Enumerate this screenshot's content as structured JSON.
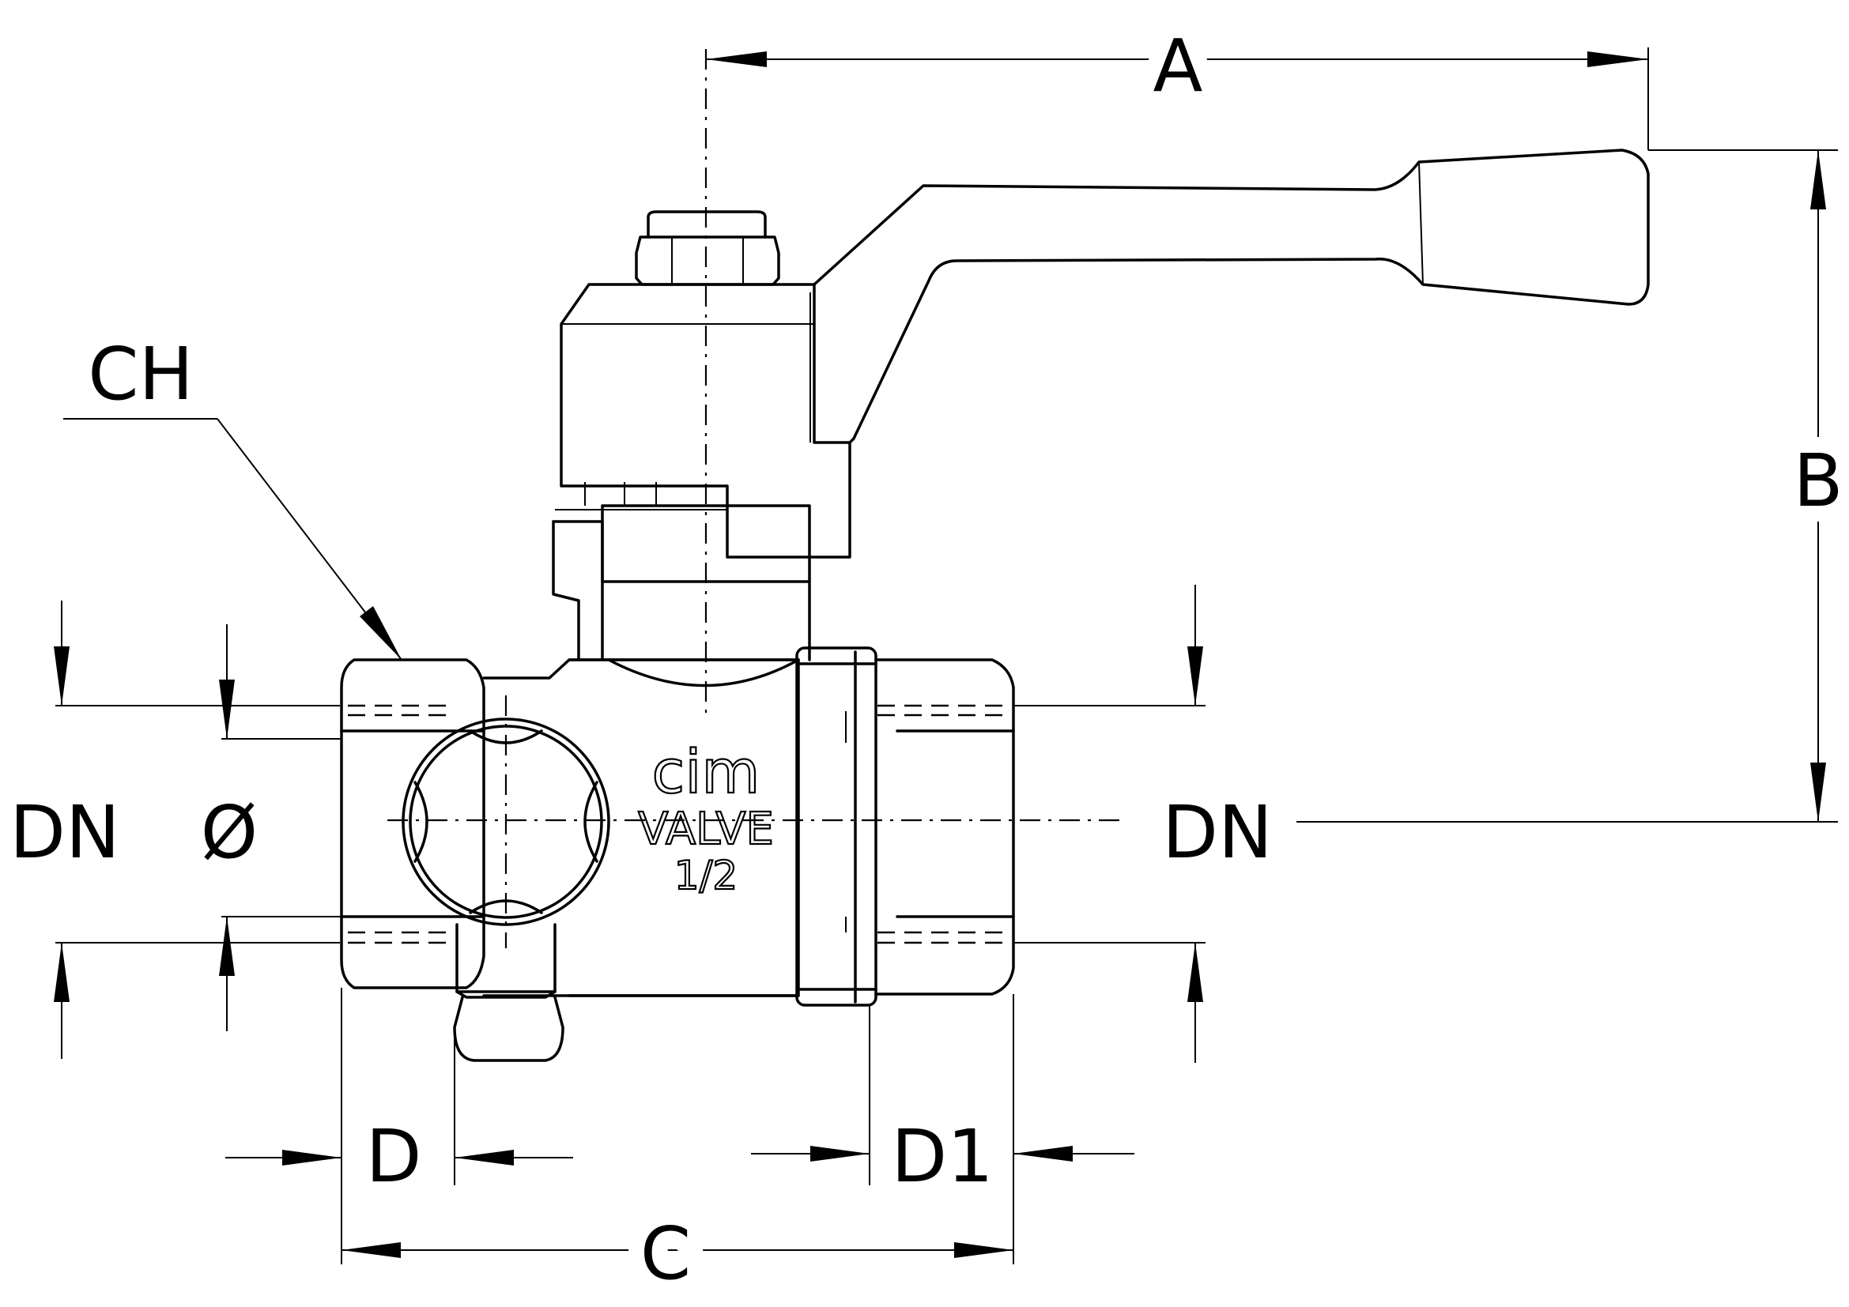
{
  "labels": {
    "A": "A",
    "B": "B",
    "C": "C",
    "D": "D",
    "D1": "D1",
    "CH": "CH",
    "DN_left": "DN",
    "DN_right": "DN",
    "diameter": "Ø"
  },
  "body_marking": {
    "brand": "cim",
    "model": "VALVE",
    "size": "1/2"
  },
  "colors": {
    "line": "#000000",
    "background": "#ffffff"
  }
}
